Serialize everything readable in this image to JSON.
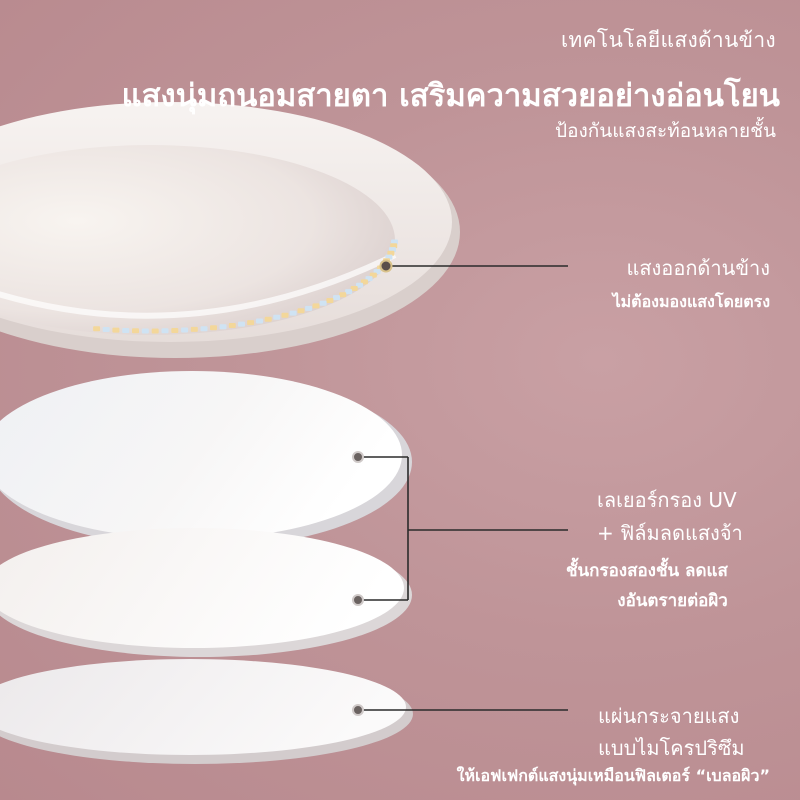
{
  "intro": "เทคโนโลยีแสงด้านข้าง",
  "headline": "แสงนุ่มถนอมสายตา เสริมความสวยอย่างอ่อนโยน",
  "subheadline": "ป้องกันแสงสะท้อนหลายชั้น",
  "features": [
    {
      "title": "แสงออกด้านข้าง",
      "desc": "ไม่ต้องมองแสงโดยตรง"
    },
    {
      "title_line1": "เลเยอร์กรอง UV",
      "title_line2": "+ ฟิล์มลดแสงจ้า",
      "desc_line1": "ชั้นกรองสองชั้น ลดแส",
      "desc_line2": "งอันตรายต่อผิว"
    },
    {
      "title_line1": "แผ่นกระจายแสง",
      "title_line2": "แบบไมโครปริซึม",
      "desc": "ให้เอฟเฟกต์แสงนุ่มเหมือนฟิลเตอร์ “เบลอผิว”"
    }
  ],
  "colors": {
    "background": "#bf9498",
    "text": "#ffffff",
    "callout_line": "#2b2b2b",
    "led_warm": "#f3d79a",
    "led_cool": "#cfe3f3"
  }
}
